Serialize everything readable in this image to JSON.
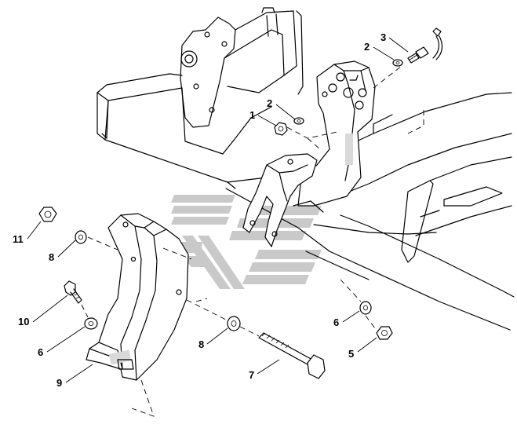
{
  "diagram": {
    "callouts": [
      {
        "id": "c1",
        "label": "1"
      },
      {
        "id": "c2a",
        "label": "2"
      },
      {
        "id": "c2b",
        "label": "2"
      },
      {
        "id": "c3",
        "label": "3"
      },
      {
        "id": "c5",
        "label": "5"
      },
      {
        "id": "c6a",
        "label": "6"
      },
      {
        "id": "c6b",
        "label": "6"
      },
      {
        "id": "c7",
        "label": "7"
      },
      {
        "id": "c8a",
        "label": "8"
      },
      {
        "id": "c8b",
        "label": "8"
      },
      {
        "id": "c9",
        "label": "9"
      },
      {
        "id": "c10",
        "label": "10"
      },
      {
        "id": "c11",
        "label": "11"
      }
    ],
    "colors": {
      "line": "#000000",
      "watermark": "#c9c9c9",
      "background": "#ffffff"
    }
  }
}
